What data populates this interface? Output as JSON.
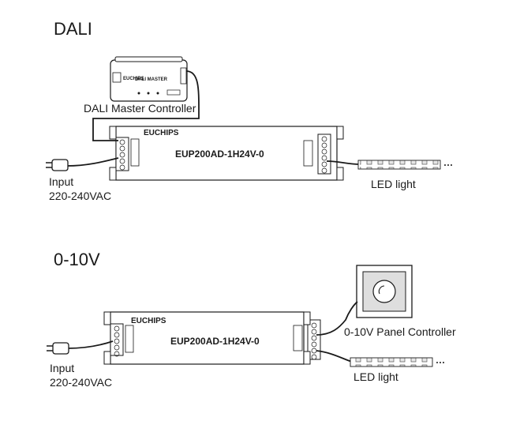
{
  "sections": [
    {
      "title": "DALI",
      "controller_label": "DALI Master Controller",
      "controller_brand": "EUCHIPS",
      "controller_title": "DALI MASTER",
      "driver_brand": "EUCHIPS",
      "driver_model": "EUP200AD-1H24V-0",
      "input_label_line1": "Input",
      "input_label_line2": "220-240VAC",
      "led_label": "LED light"
    },
    {
      "title": "0-10V",
      "controller_label": "0-10V Panel Controller",
      "driver_brand": "EUCHIPS",
      "driver_model": "EUP200AD-1H24V-0",
      "input_label_line1": "Input",
      "input_label_line2": "220-240VAC",
      "led_label": "LED light"
    }
  ],
  "colors": {
    "line": "#1a1a1a",
    "panel_face": "#d9d9d9",
    "led_chip": "#e8e8e8"
  }
}
